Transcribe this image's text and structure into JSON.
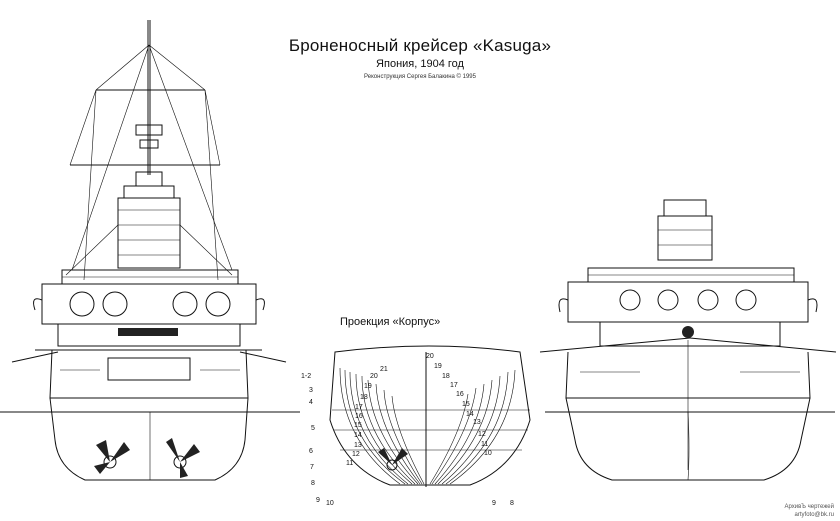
{
  "title": "Броненосный крейсер «Kasuga»",
  "subtitle": "Япония, 1904 год",
  "credit": "Реконструкция Сергея Балакина © 1995",
  "section_label": "Проекция «Корпус»",
  "left_frame_numbers": [
    "1-2",
    "3",
    "4",
    "5",
    "6",
    "7",
    "8",
    "9",
    "10",
    "11",
    "12",
    "13",
    "14",
    "15",
    "16",
    "17",
    "18",
    "19",
    "20",
    "21"
  ],
  "right_frame_numbers": [
    "20",
    "19",
    "18",
    "17",
    "16",
    "15",
    "14",
    "13",
    "12",
    "11",
    "10",
    "9",
    "8"
  ],
  "archive_line1": "АрхивЪ чертежей",
  "archive_line2": "artyfoto@bk.ru"
}
